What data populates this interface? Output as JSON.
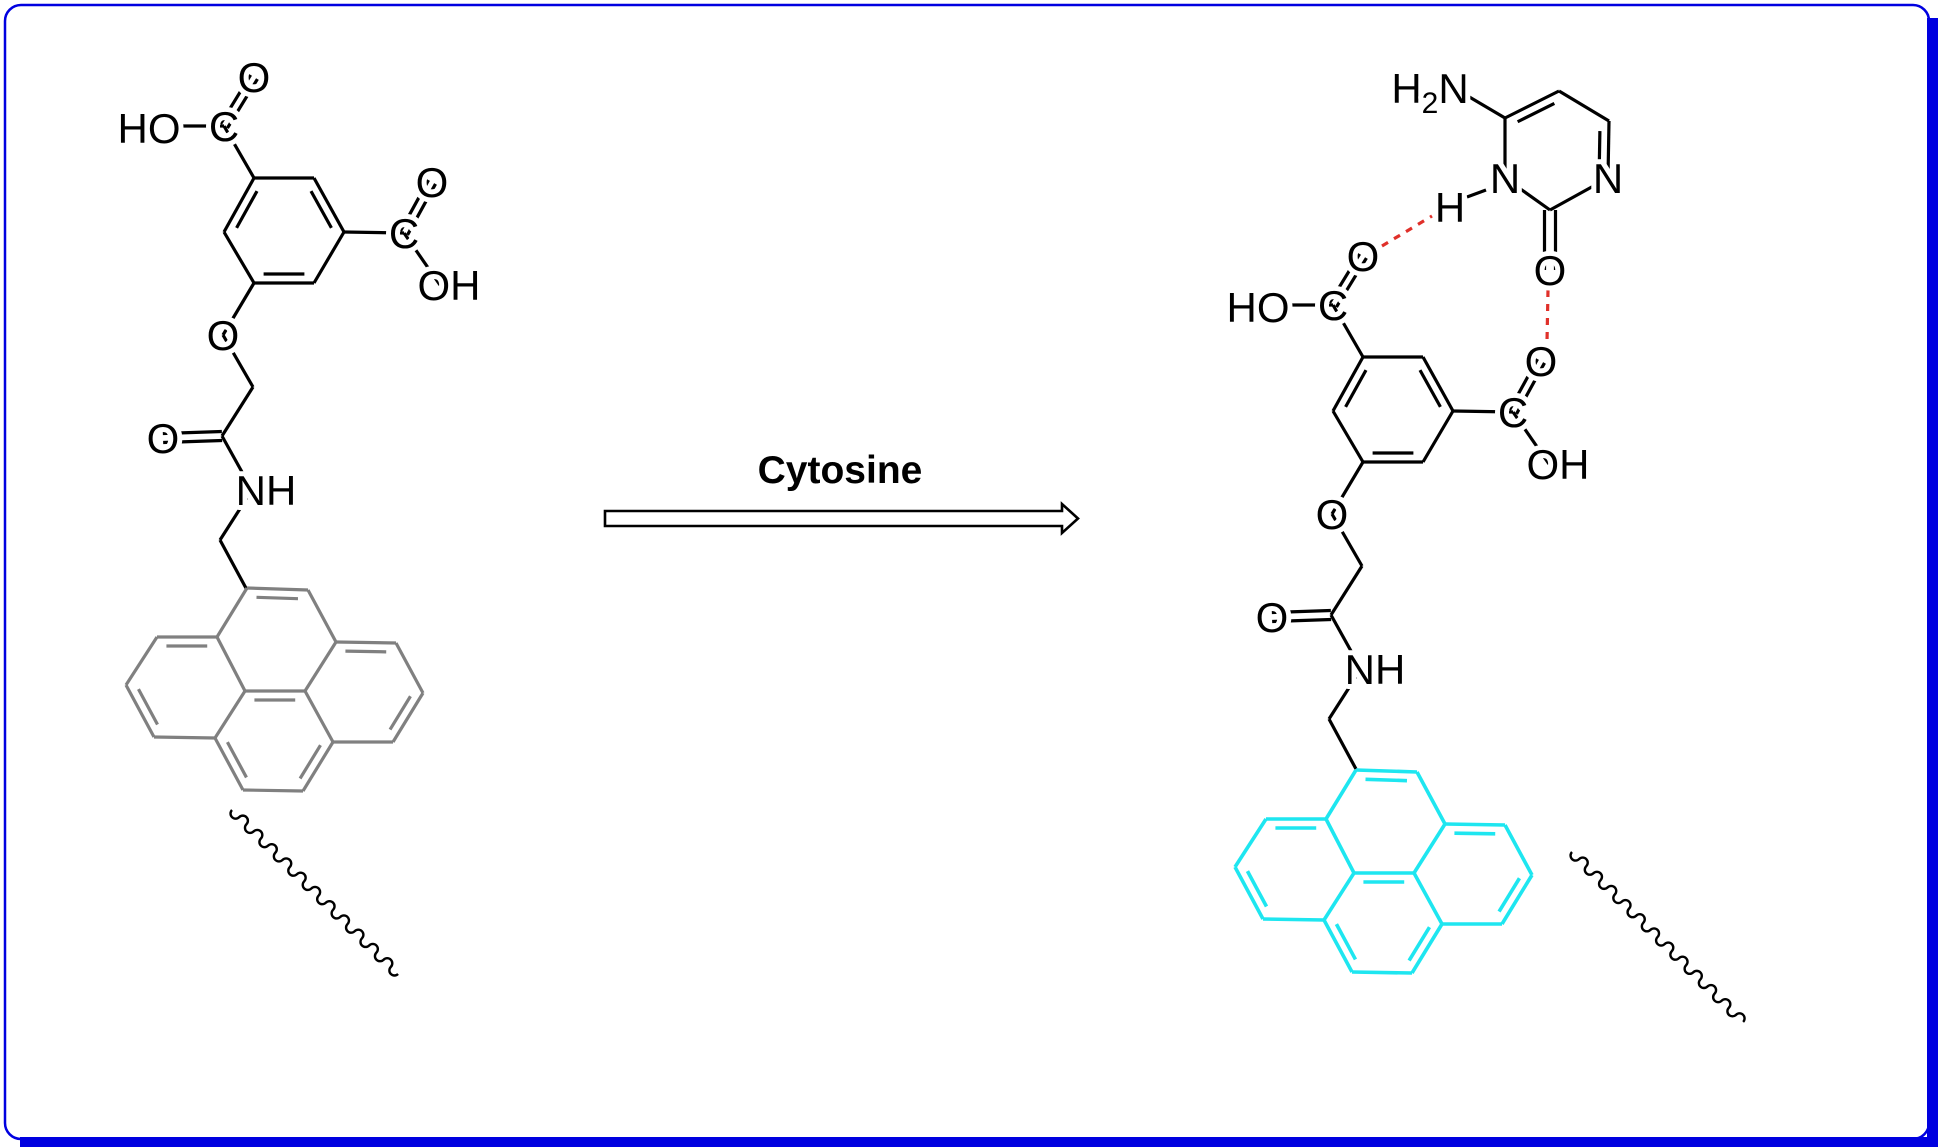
{
  "reaction": {
    "reagent": "Cytosine"
  },
  "reactant": {
    "labels": {
      "ho_top": "HO",
      "c_top": "C",
      "o_top": "O",
      "c_right": "C",
      "o_right": "O",
      "oh_right": "OH",
      "o_ether": "O",
      "o_amide": "O",
      "nh": "NH"
    },
    "pyrene_color": "#808080"
  },
  "product": {
    "labels": {
      "ho_top": "HO",
      "c_top": "C",
      "o_top": "O",
      "c_right": "C",
      "o_right": "O",
      "oh_right": "OH",
      "o_ether": "O",
      "o_amide": "O",
      "nh": "NH"
    },
    "cytosine": {
      "amine_h": "H",
      "amine_sub": "2",
      "amine_n": "N",
      "n1": "N",
      "n3": "N",
      "h": "H",
      "o": "O"
    },
    "pyrene_color": "#1EE6F0",
    "hydrogen_bond_color": "#E0302A"
  },
  "colors": {
    "frame": "#0000E0",
    "bond": "#000000"
  }
}
